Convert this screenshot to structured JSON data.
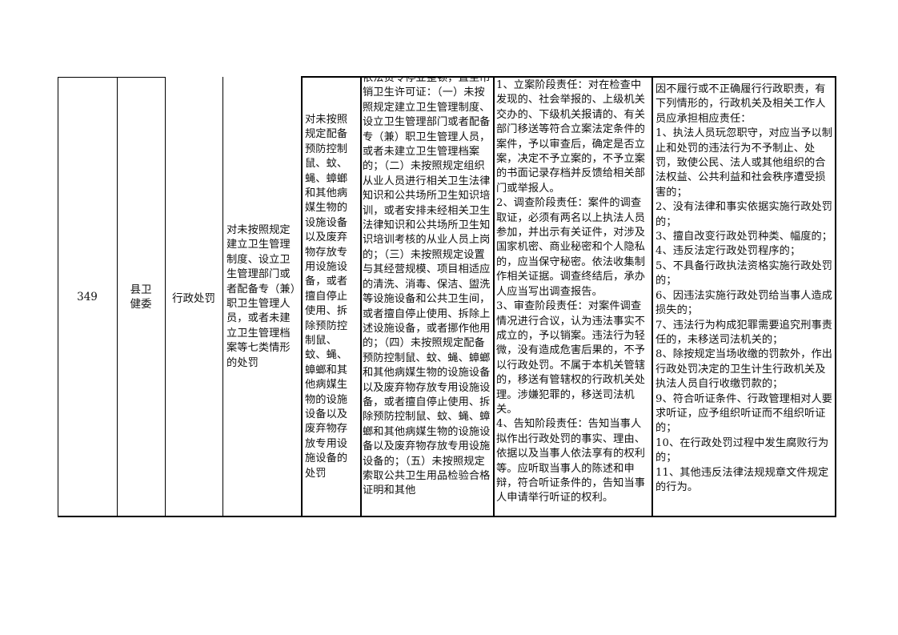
{
  "row": {
    "number": "349",
    "department": "县卫健委",
    "power_type": "行政处罚",
    "item_name": "对未按照规定建立卫生管理制度、设立卫生管理部门或者配备专（兼）职卫生管理人员，或者未建立卫生管理档案等七类情形的处罚",
    "sub_item": "对未按照规定配备预防控制鼠、蚊、蝇、蟑螂和其他病媒生物的设施设备以及废弃物存放专用设施设备，或者擅自停止使用、拆除预防控制鼠、蚊、蝇、蟑螂和其他病媒生物的设施设备以及废弃物存放专用设施设备的处罚",
    "basis": "依法责令停业整顿，直至吊销卫生许可证：（一）未按照规定建立卫生管理制度、设立卫生管理部门或者配备专（兼）职卫生管理人员，或者未建立卫生管理档案的；（二）未按照规定组织从业人员进行相关卫生法律知识和公共场所卫生知识培训，或者安排未经相关卫生法律知识和公共场所卫生知识培训考核的从业人员上岗的；（三）未按照规定设置与其经营规模、项目相适应的清洗、消毒、保洁、盥洗等设施设备和公共卫生间，或者擅自停止使用、拆除上述设施设备，或者挪作他用的；（四）未按照规定配备预防控制鼠、蚊、蝇、蟑螂和其他病媒生物的设施设备以及废弃物存放专用设施设备，或者擅自停止使用、拆除预防控制鼠、蚊、蝇、蟑螂和其他病媒生物的设施设备以及废弃物存放专用设施设备的；（五）未按照规定索取公共卫生用品检验合格证明和其他",
    "duties": "1、立案阶段责任：对在检查中发现的、社会举报的、上级机关交办的、下级机关报请的、有关部门移送等符合立案法定条件的案件，予以审查后，确定是否立案，决定不予立案的，不予立案的书面记录存档并反馈给相关部门或举报人。\n2、调查阶段责任：案件的调查取证，必须有两名以上执法人员参加，并出示有关证件，对涉及国家机密、商业秘密和个人隐私的，应当保守秘密。依法收集制作相关证据。调查终结后，承办人应当写出调查报告。\n3、审查阶段责任：对案件调查情况进行合议，认为违法事实不成立的，予以销案。违法行为轻微，没有造成危害后果的，不予以行政处罚。不属于本机关管辖的，移送有管辖权的行政机关处理。涉嫌犯罪的，移送司法机关。\n4、告知阶段责任：告知当事人拟作出行政处罚的事实、理由、依据以及当事人依法享有的权利等。应听取当事人的陈述和申辩，符合听证条件的，告知当事人申请举行听证的权利。",
    "accountability": "因不履行或不正确履行行政职责，有下列情形的，行政机关及相关工作人员应承担相应责任：\n1、执法人员玩忽职守，对应当予以制止和处罚的违法行为不予制止、处罚，致使公民、法人或其他组织的合法权益、公共利益和社会秩序遭受损害的；\n2、没有法律和事实依据实施行政处罚的；\n3、擅自改变行政处罚种类、幅度的；\n4、违反法定行政处罚程序的；\n5、不具备行政执法资格实施行政处罚的；\n6、因违法实施行政处罚给当事人造成损失的；\n7、违法行为构成犯罪需要追究刑事责任的，未移送司法机关的；\n8、除按规定当场收缴的罚款外，作出行政处罚决定的卫生计生行政机关及执法人员自行收缴罚款的；\n9、符合听证条件、行政管理相对人要求听证，应予组织听证而不组织听证的；\n10、在行政处罚过程中发生腐败行为的；\n11、其他违反法律法规规章文件规定的行为。"
  }
}
